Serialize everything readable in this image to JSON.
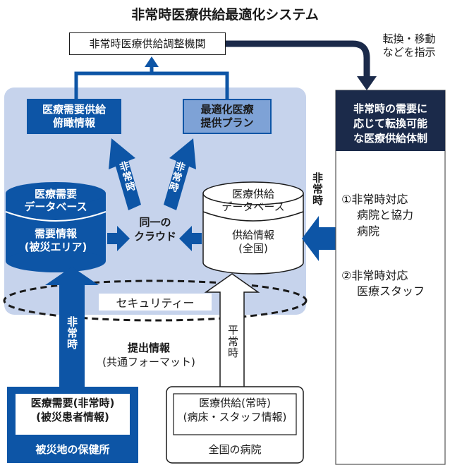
{
  "title": "非常時医療供給最適化システム",
  "coordination_body": "非常時医療供給調整機関",
  "instruction_note": {
    "line1": "転換・移動",
    "line2": "などを指示"
  },
  "overview_box": {
    "line1": "医療需要供給",
    "line2": "俯瞰情報"
  },
  "plan_box": {
    "line1": "最適化医療",
    "line2": "提供プラン"
  },
  "emergency_label": "非常時",
  "demand_db": {
    "line1": "医療需要",
    "line2": "データベース",
    "info1": "需要情報",
    "info2": "(被災エリア)"
  },
  "supply_db": {
    "line1": "医療供給",
    "line2": "データベース",
    "info1": "供給情報",
    "info2": "(全国)"
  },
  "cloud": {
    "line1": "同一の",
    "line2": "クラウド"
  },
  "security": "セキュリティー",
  "submission": {
    "line1": "提出情報",
    "line2": "(共通フォーマット)"
  },
  "normal_label": "平常時",
  "health_center": {
    "inner1": "医療需要(非常時)",
    "inner2": "(被災患者情報)",
    "name": "被災地の保健所"
  },
  "hospitals": {
    "inner1": "医療供給(常時)",
    "inner2": "(病床・スタッフ情報)",
    "name": "全国の病院"
  },
  "right_panel": {
    "header1": "非常時の需要に",
    "header2": "応じて転換可能",
    "header3": "な医療供給体制",
    "item1_line1": "①非常時対応",
    "item1_line2": "病院と協力",
    "item1_line3": "病院",
    "item2_line1": "②非常時対応",
    "item2_line2": "医療スタッフ"
  },
  "colors": {
    "dark_blue": "#0d55a6",
    "navy": "#1b2a4a",
    "light_panel": "#c6d3ec",
    "mid_blue": "#7ea2d6",
    "grey": "#888888"
  }
}
